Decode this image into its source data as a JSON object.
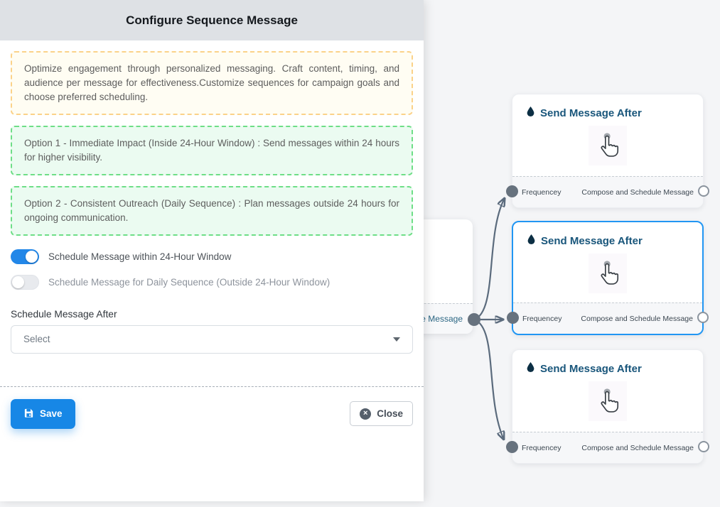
{
  "modal": {
    "title": "Configure Sequence Message",
    "description": "Optimize engagement through personalized messaging. Craft content, timing, and audience per message for effectiveness.Customize sequences for campaign goals and choose preferred scheduling.",
    "option1": "Option 1 - Immediate Impact (Inside 24-Hour Window) : Send messages within 24 hours for higher visibility.",
    "option2": "Option 2 - Consistent Outreach (Daily Sequence) : Plan messages outside 24 hours for ongoing communication.",
    "toggles": {
      "within_24h": {
        "label": "Schedule Message within 24-Hour Window",
        "state": "on"
      },
      "daily_sequence": {
        "label": "Schedule Message for Daily Sequence (Outside 24-Hour Window)",
        "state": "off"
      }
    },
    "schedule_after": {
      "label": "Schedule Message After",
      "value": "Select"
    },
    "footer": {
      "save_label": "Save",
      "close_label": "Close",
      "close_icon_glyph": "×"
    }
  },
  "flow": {
    "partial_node": {
      "visible_label": "ce Message"
    },
    "nodes": [
      {
        "title": "Send Message After",
        "selected": false,
        "left_port": "Frequencey",
        "right_port": "Compose and Schedule Message"
      },
      {
        "title": "Send Message After",
        "selected": true,
        "left_port": "Frequencey",
        "right_port": "Compose and Schedule Message"
      },
      {
        "title": "Send Message After",
        "selected": false,
        "left_port": "Frequencey",
        "right_port": "Compose and Schedule Message"
      }
    ]
  },
  "colors": {
    "accent_blue": "#1787e6",
    "toggle_on": "#2287e8",
    "selected_node_border": "#2196f3",
    "node_title": "#19567b",
    "edge": "#5b6b7d",
    "amber_border": "#fbd289",
    "green_border": "#6ede87",
    "header_bg": "#dee1e5"
  }
}
